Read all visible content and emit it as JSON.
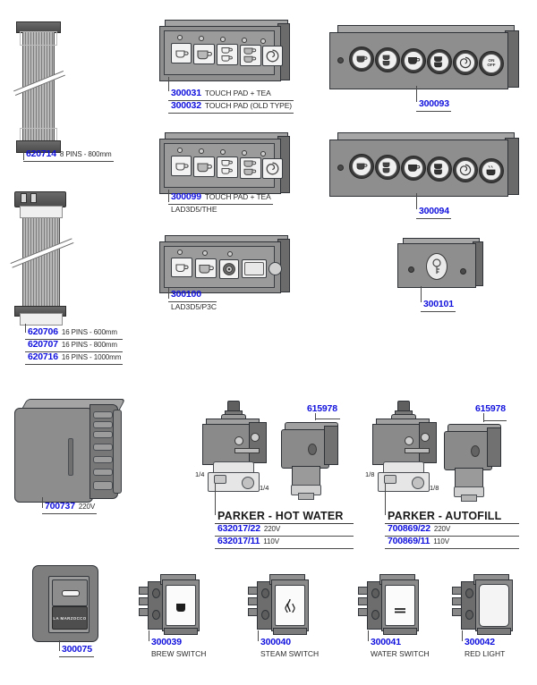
{
  "page": {
    "title": "Electrical Components Parts Diagram",
    "accent_part_color": "#1111dd",
    "text_color": "#2a2a2a",
    "background": "#ffffff"
  },
  "cables": [
    {
      "id": "cable-8pin",
      "rows": [
        {
          "part": "620714",
          "desc": "8 PINS - 800mm"
        }
      ]
    },
    {
      "id": "cable-16pin",
      "rows": [
        {
          "part": "620706",
          "desc": "16 PINS - 600mm"
        },
        {
          "part": "620707",
          "desc": "16 PINS - 800mm"
        },
        {
          "part": "620716",
          "desc": "16 PINS - 1000mm"
        }
      ]
    }
  ],
  "touchpads": [
    {
      "id": "touchpad-300031",
      "rows": [
        {
          "part": "300031",
          "desc": "TOUCH PAD + TEA"
        },
        {
          "part": "300032",
          "desc": "TOUCH PAD (OLD TYPE)"
        }
      ],
      "subtitle": "",
      "icons": [
        "small-cup-icon",
        "large-cup-icon",
        "two-small-cups-icon",
        "two-large-cups-icon",
        "hot-water-spiral-icon"
      ],
      "led_count": 5
    },
    {
      "id": "touchpad-300099",
      "rows": [
        {
          "part": "300099",
          "desc": "TOUCH PAD + TEA"
        }
      ],
      "subtitle": "LAD3D5/THE",
      "icons": [
        "small-cup-icon",
        "large-cup-icon",
        "two-small-cups-icon",
        "two-large-cups-icon",
        "hot-water-spiral-icon"
      ],
      "led_count": 5
    },
    {
      "id": "touchpad-300100",
      "rows": [
        {
          "part": "300100",
          "desc": ""
        }
      ],
      "subtitle": "LAD3D5/P3C",
      "icons": [
        "small-cup-icon",
        "large-cup-icon",
        "hot-water-spiral-icon",
        "blank-display-icon",
        "indicator-lamp-icon"
      ],
      "led_count": 3
    }
  ],
  "round_panels": [
    {
      "id": "panel-300093",
      "rows": [
        {
          "part": "300093",
          "desc": ""
        }
      ],
      "buttons": [
        "small-cup-icon",
        "two-small-cups-icon",
        "large-cup-icon",
        "two-large-cups-icon",
        "hot-water-spiral-icon",
        "on-off-icon"
      ],
      "onoff_label_top": "ON",
      "onoff_label_bottom": "OFF"
    },
    {
      "id": "panel-300094",
      "rows": [
        {
          "part": "300094",
          "desc": ""
        }
      ],
      "buttons": [
        "small-cup-icon",
        "two-small-cups-icon",
        "large-cup-icon",
        "two-large-cups-icon",
        "hot-water-spiral-icon",
        "steam-tea-icon"
      ],
      "onoff_label_top": "",
      "onoff_label_bottom": ""
    }
  ],
  "lock_panel": {
    "id": "panel-300101",
    "rows": [
      {
        "part": "300101",
        "desc": ""
      }
    ],
    "icon": "key-lock-icon"
  },
  "power_supply": {
    "id": "unit-700737",
    "rows": [
      {
        "part": "700737",
        "desc": "220V"
      }
    ]
  },
  "valves": [
    {
      "id": "valve-hot-water",
      "title": "PARKER - HOT WATER",
      "coil_part": {
        "part": "615978",
        "desc": ""
      },
      "port_in": "1/4",
      "port_out": "1/4",
      "rows": [
        {
          "part": "632017/22",
          "desc": "220V"
        },
        {
          "part": "632017/11",
          "desc": "110V"
        }
      ]
    },
    {
      "id": "valve-autofill",
      "title": "PARKER - AUTOFILL",
      "coil_part": {
        "part": "615978",
        "desc": ""
      },
      "port_in": "1/8",
      "port_out": "1/8",
      "rows": [
        {
          "part": "700869/22",
          "desc": "220V"
        },
        {
          "part": "700869/11",
          "desc": "110V"
        }
      ]
    }
  ],
  "switches": [
    {
      "id": "switch-300075",
      "part": "300075",
      "desc": "",
      "icon": "la-marzocco-badge-icon",
      "brand_text": "LA MARZOCCO"
    },
    {
      "id": "switch-300039",
      "part": "300039",
      "desc": "BREW SWITCH",
      "icon": "brew-cup-icon"
    },
    {
      "id": "switch-300040",
      "part": "300040",
      "desc": "STEAM SWITCH",
      "icon": "steam-icon"
    },
    {
      "id": "switch-300041",
      "part": "300041",
      "desc": "WATER SWITCH",
      "icon": "water-lines-icon"
    },
    {
      "id": "switch-300042",
      "part": "300042",
      "desc": "RED LIGHT",
      "icon": "lamp-lens-icon"
    }
  ]
}
